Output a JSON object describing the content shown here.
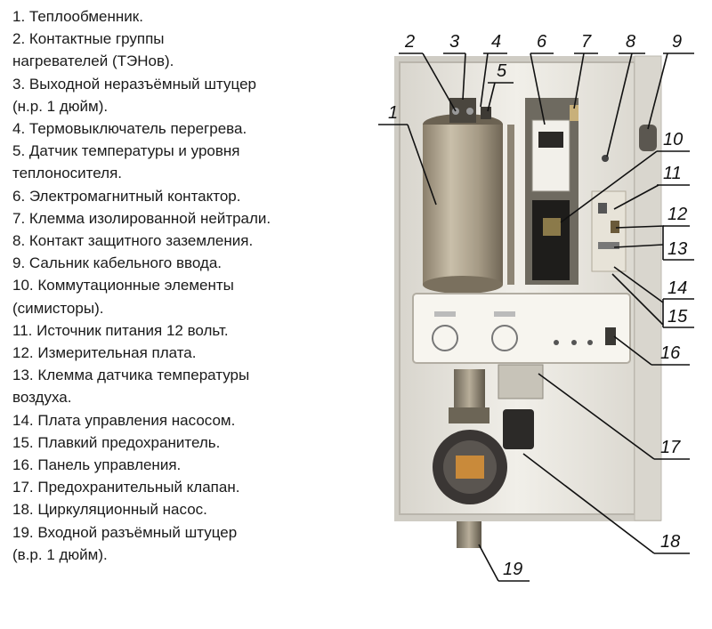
{
  "legend": [
    "1. Теплообменник.",
    "2. Контактные группы\nнагревателей (ТЭНов).",
    "3. Выходной неразъёмный штуцер\n(н.р. 1 дюйм).",
    "4. Термовыключатель перегрева.",
    "5. Датчик температуры и уровня\nтеплоносителя.",
    "6. Электромагнитный контактор.",
    "7. Клемма изолированной нейтрали.",
    "8. Контакт защитного заземления.",
    "9. Сальник кабельного ввода.",
    "10. Коммутационные элементы\n(симисторы).",
    "11. Источник питания 12 вольт.",
    "12. Измерительная плата.",
    "13. Клемма датчика температуры\nвоздуха.",
    "14. Плата управления насосом.",
    "15. Плавкий предохранитель.",
    "16. Панель управления.",
    "17. Предохранительный клапан.",
    "18. Циркуляционный насос.",
    "19. Входной разъёмный штуцер\n(в.р. 1 дюйм)."
  ],
  "callouts": [
    "1",
    "2",
    "3",
    "4",
    "5",
    "6",
    "7",
    "8",
    "9",
    "10",
    "11",
    "12",
    "13",
    "14",
    "15",
    "16",
    "17",
    "18",
    "19"
  ],
  "colors": {
    "text": "#1a1a1a",
    "housing": "#eceae4",
    "tank": "#a59a85",
    "panel": "#f4f2ec",
    "pump": "#3a3634",
    "dark": "#2a2826"
  }
}
